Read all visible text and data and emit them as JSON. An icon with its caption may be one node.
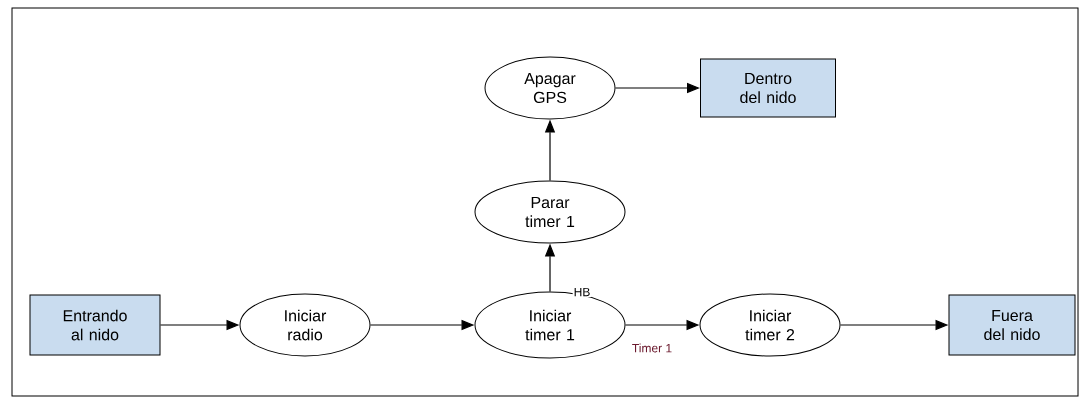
{
  "diagram": {
    "nodes": [
      {
        "text": [
          "Entrando al nido"
        ]
      },
      {
        "text": [
          "Iniciar radio"
        ]
      },
      {
        "text": [
          "Iniciar timer 1"
        ]
      },
      {
        "text": [
          "Parar timer 1"
        ]
      },
      {
        "text": [
          "Apagar GPS"
        ]
      },
      {
        "text": [
          "Dentro del nido"
        ]
      },
      {
        "text": [
          "Iniciar timer 2"
        ]
      },
      {
        "text": [
          "Fuera del nido"
        ]
      }
    ],
    "edges": [
      {
        "from": 0,
        "to": 1,
        "arrow": "to"
      },
      {
        "from": 1,
        "to": 2,
        "arrow": "to"
      },
      {
        "from": 2,
        "to": 3,
        "arrow": "to",
        "label": "HB"
      },
      {
        "from": 3,
        "to": 4,
        "arrow": "to"
      },
      {
        "from": 4,
        "to": 5,
        "arrow": "to"
      },
      {
        "from": 2,
        "to": 6,
        "arrow": "to",
        "label": "Timer 1"
      },
      {
        "from": 6,
        "to": 7,
        "arrow": "to"
      }
    ]
  }
}
